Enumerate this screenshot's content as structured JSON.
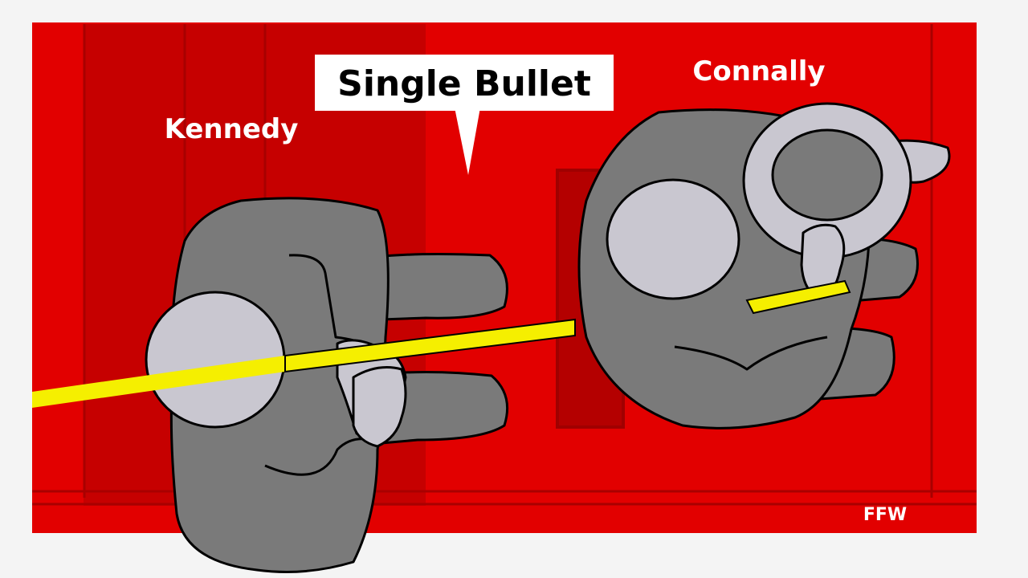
{
  "title": "Single Bullet",
  "labels": {
    "left_person": "Kennedy",
    "right_person": "Connally"
  },
  "credit": "FFW",
  "colors": {
    "background_red": "#e20000",
    "seat_red": "#c80000",
    "figure_gray": "#7a7a7a",
    "skin_gray": "#c9c7d0",
    "bullet_yellow": "#f5ef00"
  }
}
